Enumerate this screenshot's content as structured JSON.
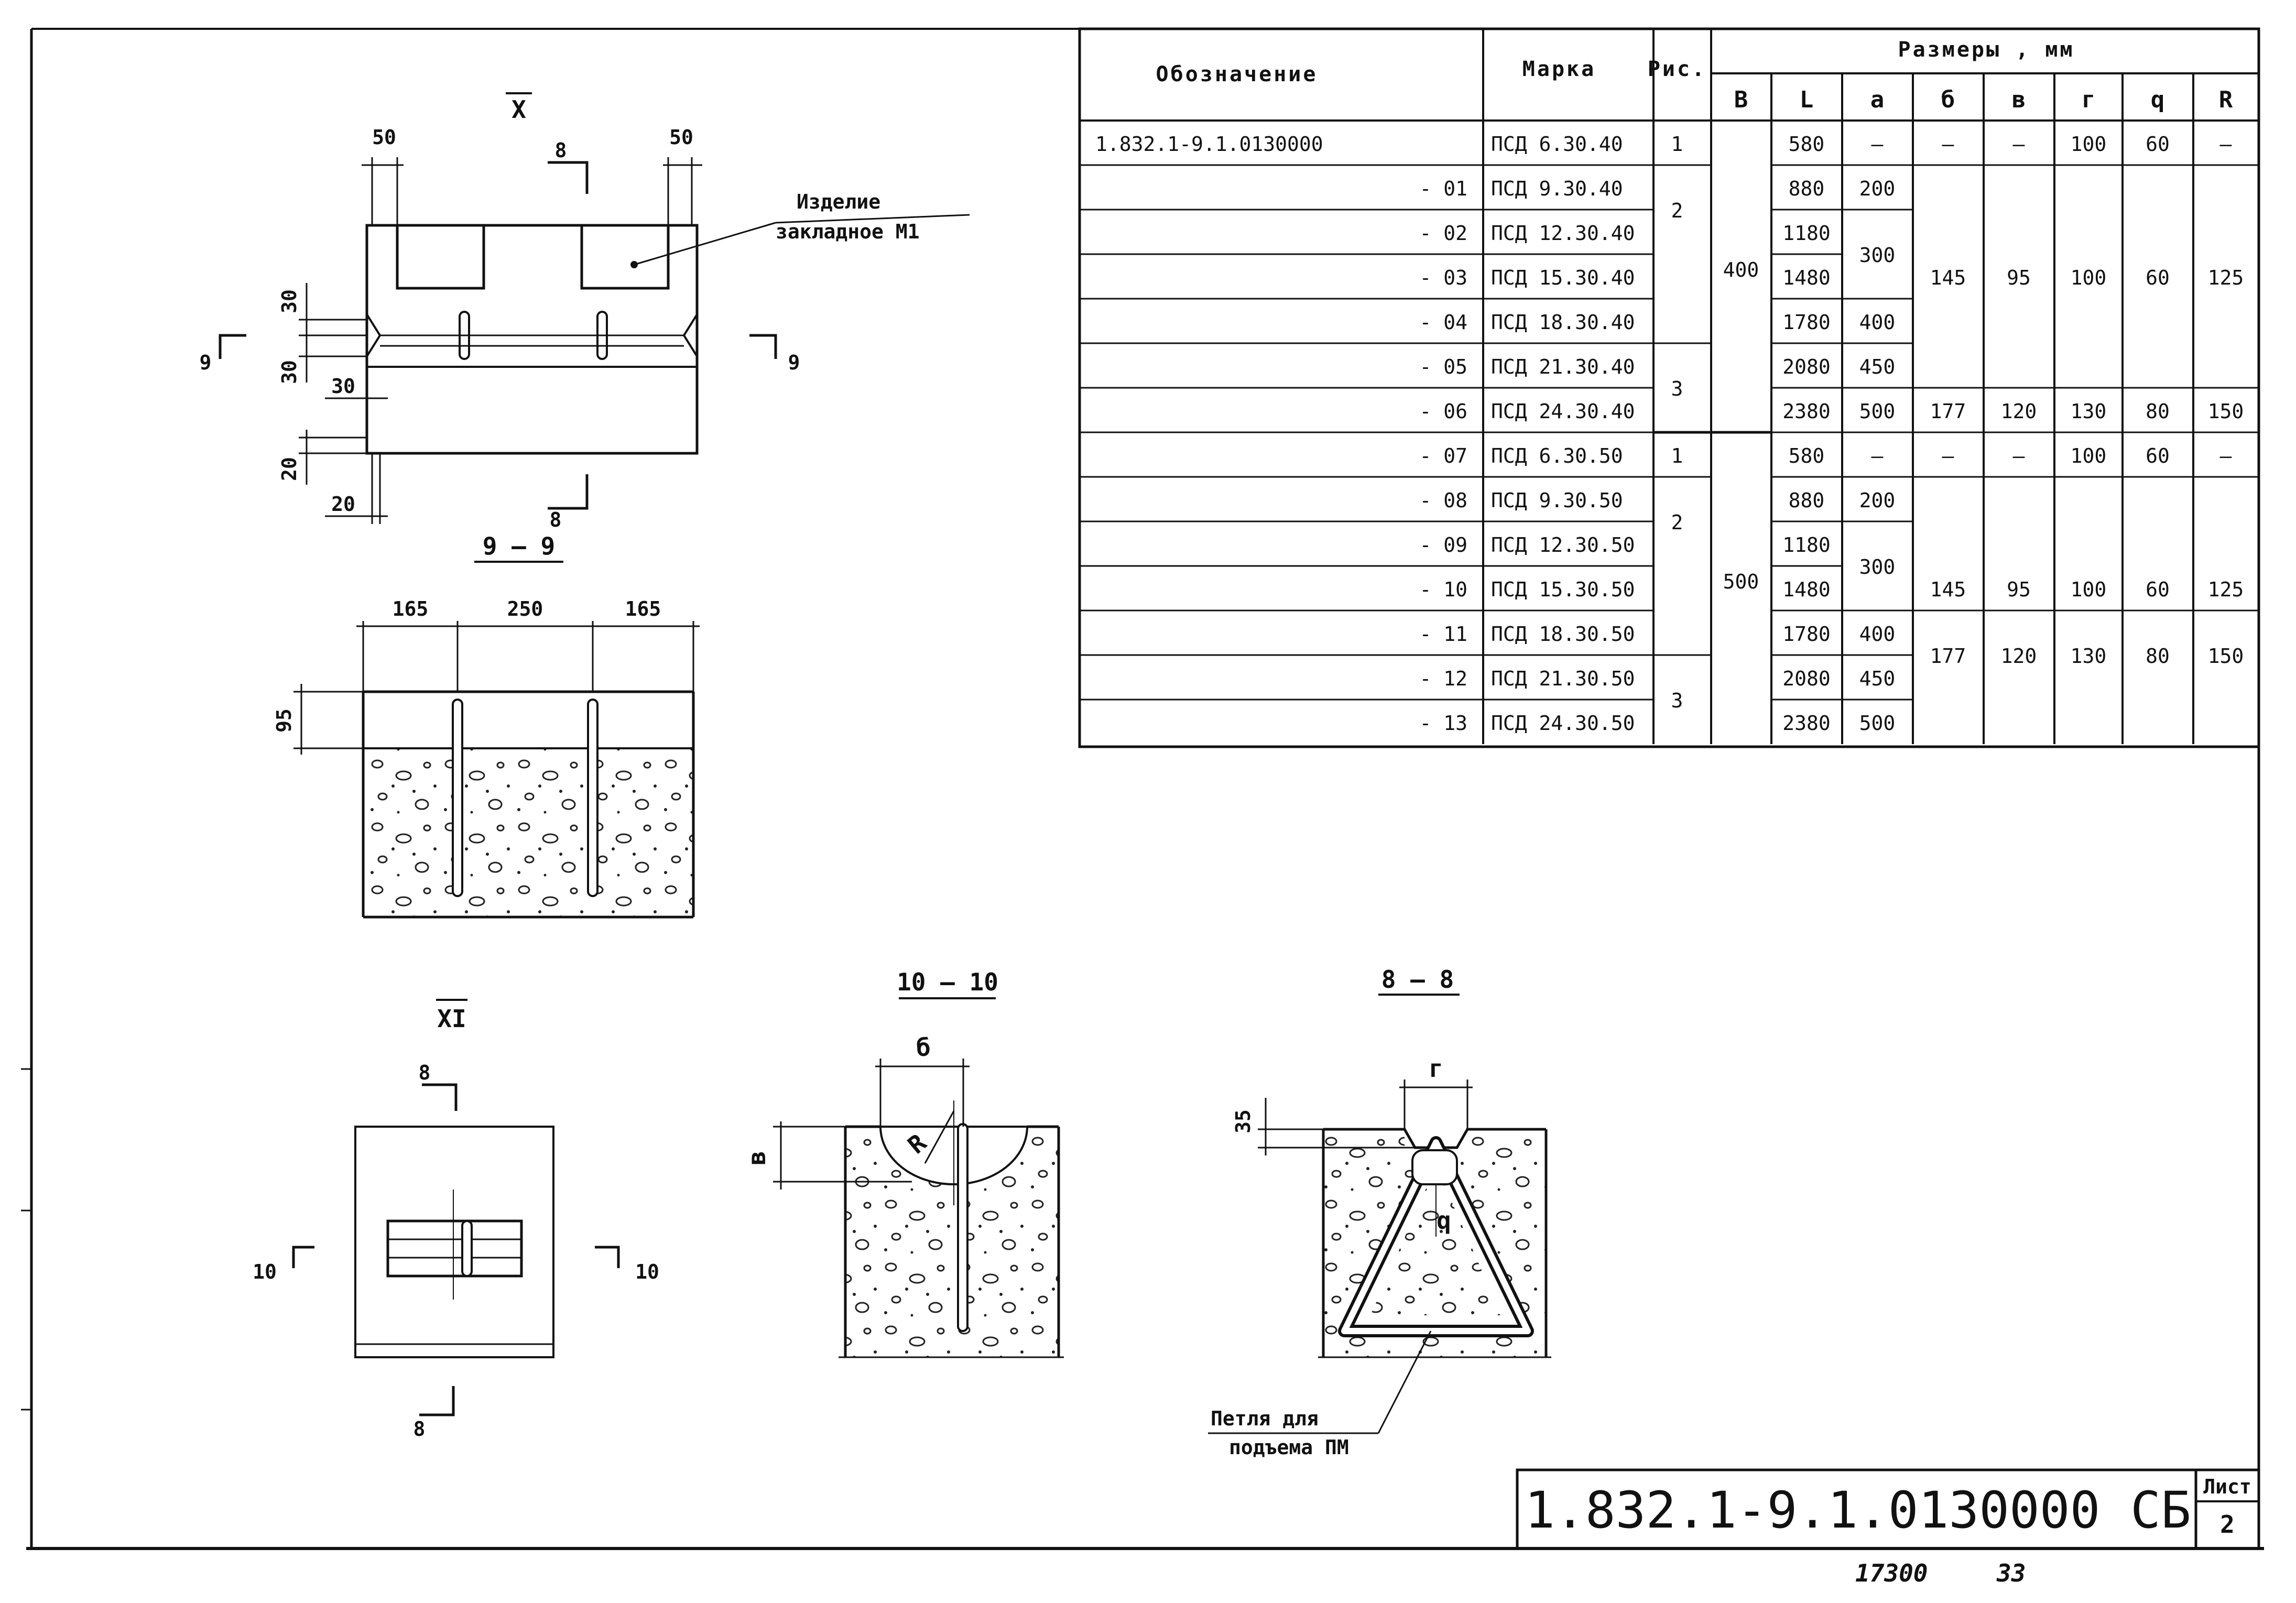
{
  "table": {
    "headers": {
      "designation": "Обозначение",
      "mark": "Марка",
      "figure": "Рис.",
      "dimensions": "Размеры , мм"
    },
    "subheaders": [
      "B",
      "L",
      "a",
      "б",
      "в",
      "г",
      "q",
      "R"
    ],
    "rows": [
      {
        "designation": "1.832.1-9.1.0130000",
        "mark": "ПСД 6.30.40",
        "fig": "1",
        "B": "400",
        "L": "580",
        "a": "—",
        "b": "—",
        "v": "—",
        "g": "100",
        "q": "60",
        "R": "—"
      },
      {
        "designation": "- 01",
        "mark": "ПСД 9.30.40",
        "fig": "2",
        "B": "",
        "L": "880",
        "a": "200",
        "b": "145",
        "v": "95",
        "g": "100",
        "q": "60",
        "R": "125"
      },
      {
        "designation": "- 02",
        "mark": "ПСД 12.30.40",
        "fig": "",
        "B": "",
        "L": "1180",
        "a": "300",
        "b": "",
        "v": "",
        "g": "",
        "q": "",
        "R": ""
      },
      {
        "designation": "- 03",
        "mark": "ПСД 15.30.40",
        "fig": "",
        "B": "",
        "L": "1480",
        "a": "",
        "b": "",
        "v": "",
        "g": "",
        "q": "",
        "R": ""
      },
      {
        "designation": "- 04",
        "mark": "ПСД 18.30.40",
        "fig": "",
        "B": "",
        "L": "1780",
        "a": "400",
        "b": "",
        "v": "",
        "g": "",
        "q": "",
        "R": ""
      },
      {
        "designation": "- 05",
        "mark": "ПСД 21.30.40",
        "fig": "3",
        "B": "",
        "L": "2080",
        "a": "450",
        "b": "",
        "v": "",
        "g": "",
        "q": "",
        "R": ""
      },
      {
        "designation": "- 06",
        "mark": "ПСД 24.30.40",
        "fig": "",
        "B": "",
        "L": "2380",
        "a": "500",
        "b": "177",
        "v": "120",
        "g": "130",
        "q": "80",
        "R": "150"
      },
      {
        "designation": "- 07",
        "mark": "ПСД 6.30.50",
        "fig": "1",
        "B": "500",
        "L": "580",
        "a": "—",
        "b": "—",
        "v": "—",
        "g": "100",
        "q": "60",
        "R": "—"
      },
      {
        "designation": "- 08",
        "mark": "ПСД 9.30.50",
        "fig": "2",
        "B": "",
        "L": "880",
        "a": "200",
        "b": "145",
        "v": "95",
        "g": "100",
        "q": "60",
        "R": "125"
      },
      {
        "designation": "- 09",
        "mark": "ПСД 12.30.50",
        "fig": "",
        "B": "",
        "L": "1180",
        "a": "300",
        "b": "",
        "v": "",
        "g": "",
        "q": "",
        "R": ""
      },
      {
        "designation": "- 10",
        "mark": "ПСД 15.30.50",
        "fig": "",
        "B": "",
        "L": "1480",
        "a": "",
        "b": "",
        "v": "",
        "g": "",
        "q": "",
        "R": ""
      },
      {
        "designation": "- 11",
        "mark": "ПСД 18.30.50",
        "fig": "",
        "B": "",
        "L": "1780",
        "a": "400",
        "b": "177",
        "v": "120",
        "g": "130",
        "q": "80",
        "R": "150"
      },
      {
        "designation": "- 12",
        "mark": "ПСД 21.30.50",
        "fig": "3",
        "B": "",
        "L": "2080",
        "a": "450",
        "b": "",
        "v": "",
        "g": "",
        "q": "",
        "R": ""
      },
      {
        "designation": "- 13",
        "mark": "ПСД 24.30.50",
        "fig": "",
        "B": "",
        "L": "2380",
        "a": "500",
        "b": "",
        "v": "",
        "g": "",
        "q": "",
        "R": ""
      }
    ]
  },
  "drawing_x": {
    "title": "X",
    "note_line1": "Изделие",
    "note_line2": "закладное М1",
    "dims": {
      "top_left": "50",
      "top_right": "50",
      "d30a": "30",
      "d30b": "30",
      "d30c": "30",
      "d20a": "20",
      "d20b": "20"
    },
    "cut_8": "8",
    "cut_9": "9"
  },
  "section_9_9": {
    "title": "9 — 9",
    "dims": {
      "d165a": "165",
      "d250": "250",
      "d165b": "165",
      "d95": "95"
    }
  },
  "drawing_xi": {
    "title": "XI",
    "cut_8": "8",
    "cut_10": "10"
  },
  "section_10_10": {
    "title": "10 — 10",
    "label_b": "б",
    "label_v": "в",
    "label_R": "R"
  },
  "section_8_8": {
    "title": "8 — 8",
    "label_g": "г",
    "label_q": "q",
    "dim_35": "35",
    "loop_line1": "Петля для",
    "loop_line2": "подъема ПМ"
  },
  "title_block": {
    "doc_number": "1.832.1-9.1.0130000 СБ",
    "sheet_label": "Лист",
    "sheet_number": "2"
  },
  "footer": {
    "code": "17300",
    "page": "33"
  }
}
